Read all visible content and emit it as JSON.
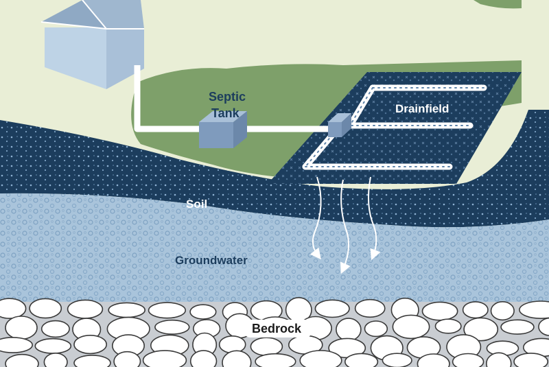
{
  "labels": {
    "septic_line1": "Septic",
    "septic_line2": "Tank",
    "drainfield": "Drainfield",
    "soil": "Soil",
    "groundwater": "Groundwater",
    "bedrock": "Bedrock"
  },
  "colors": {
    "lawn": "#e9eed6",
    "grass": "#7ea06a",
    "soil": "#1c3d5d",
    "groundwater": "#a9c4db",
    "bedrock": "#c9cdd2",
    "house_wall": "#bed3e6",
    "roof": "#8fa9c4",
    "tank": "#7f9bbd",
    "pipe": "#ffffff",
    "drainfield_bed": "#1c3d5d"
  },
  "icons": {
    "house": "house-icon",
    "flow_arrow": "down-arrow-icon"
  }
}
